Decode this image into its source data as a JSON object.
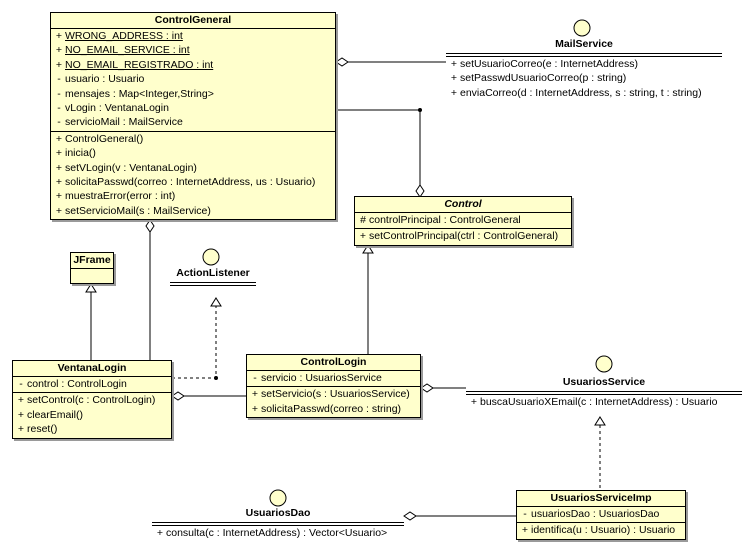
{
  "classes": {
    "control_general": {
      "name": "ControlGeneral",
      "attributes": [
        {
          "vis": "+",
          "text": "WRONG_ADDRESS : int",
          "static": true
        },
        {
          "vis": "+",
          "text": "NO_EMAIL_SERVICE : int",
          "static": true
        },
        {
          "vis": "+",
          "text": "NO_EMAIL_REGISTRADO : int",
          "static": true
        },
        {
          "vis": "-",
          "text": "usuario : Usuario"
        },
        {
          "vis": "-",
          "text": "mensajes : Map<Integer,String>"
        },
        {
          "vis": "-",
          "text": "vLogin : VentanaLogin"
        },
        {
          "vis": "-",
          "text": "servicioMail : MailService"
        }
      ],
      "operations": [
        {
          "vis": "+",
          "text": "ControlGeneral()"
        },
        {
          "vis": "+",
          "text": "inicia()"
        },
        {
          "vis": "+",
          "text": "setVLogin(v : VentanaLogin)"
        },
        {
          "vis": "+",
          "text": "solicitaPasswd(correo : InternetAddress, us : Usuario)"
        },
        {
          "vis": "+",
          "text": "muestraError(error : int)"
        },
        {
          "vis": "+",
          "text": "setServicioMail(s : MailService)"
        }
      ]
    },
    "control": {
      "name": "Control",
      "attributes": [
        {
          "vis": "#",
          "text": "controlPrincipal : ControlGeneral"
        }
      ],
      "operations": [
        {
          "vis": "+",
          "text": "setControlPrincipal(ctrl : ControlGeneral)"
        }
      ]
    },
    "jframe": {
      "name": "JFrame"
    },
    "ventana_login": {
      "name": "VentanaLogin",
      "attributes": [
        {
          "vis": "-",
          "text": "control : ControlLogin"
        }
      ],
      "operations": [
        {
          "vis": "+",
          "text": "setControl(c : ControlLogin)"
        },
        {
          "vis": "+",
          "text": "clearEmail()"
        },
        {
          "vis": "+",
          "text": "reset()"
        }
      ]
    },
    "control_login": {
      "name": "ControlLogin",
      "attributes": [
        {
          "vis": "-",
          "text": "servicio : UsuariosService"
        }
      ],
      "operations": [
        {
          "vis": "+",
          "text": "setServicio(s : UsuariosService)"
        },
        {
          "vis": "+",
          "text": "solicitaPasswd(correo : string)"
        }
      ]
    },
    "usuarios_service_imp": {
      "name": "UsuariosServiceImp",
      "attributes": [
        {
          "vis": "-",
          "text": "usuariosDao : UsuariosDao"
        }
      ],
      "operations": [
        {
          "vis": "+",
          "text": "identifica(u : Usuario) : Usuario"
        }
      ]
    }
  },
  "interfaces": {
    "mail_service": {
      "name": "MailService",
      "operations": [
        {
          "vis": "+",
          "text": "setUsuarioCorreo(e : InternetAddress)"
        },
        {
          "vis": "+",
          "text": "setPasswdUsuarioCorreo(p : string)"
        },
        {
          "vis": "+",
          "text": "enviaCorreo(d : InternetAddress, s : string, t : string)"
        }
      ]
    },
    "action_listener": {
      "name": "ActionListener",
      "operations": []
    },
    "usuarios_service": {
      "name": "UsuariosService",
      "operations": [
        {
          "vis": "+",
          "text": "buscaUsuarioXEmail(c : InternetAddress) : Usuario"
        }
      ]
    },
    "usuarios_dao": {
      "name": "UsuariosDao",
      "operations": [
        {
          "vis": "+",
          "text": "consulta(c : InternetAddress) : Vector<Usuario>"
        }
      ]
    }
  },
  "colors": {
    "class_fill": "#ffffcc",
    "interface_fill": "#ffffcc",
    "line": "#000000"
  }
}
